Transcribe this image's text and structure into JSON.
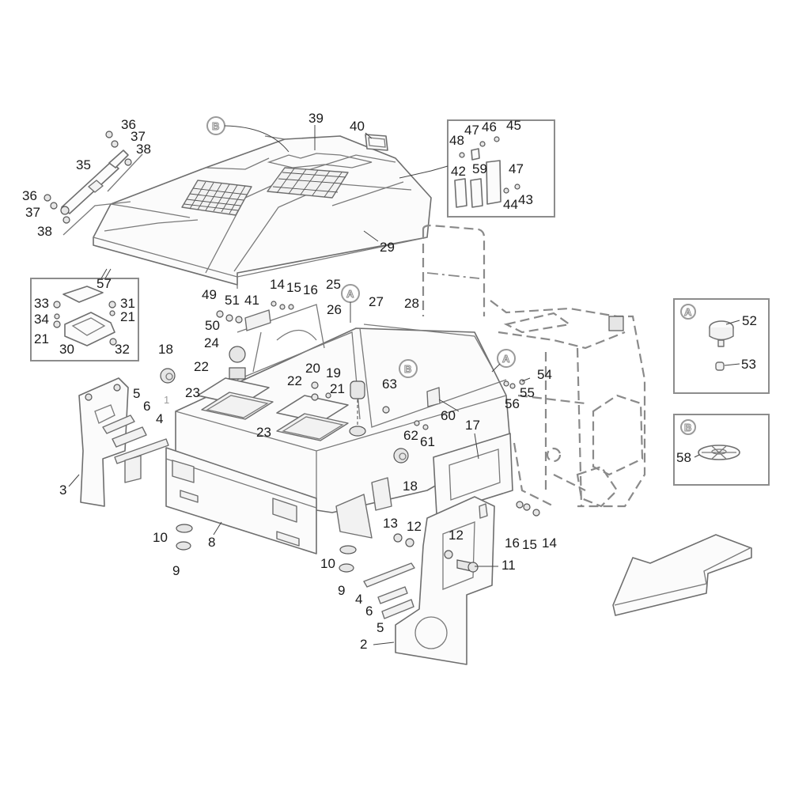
{
  "diagram": {
    "title": "Exploded view - hood, frame, side panels",
    "type": "exploded-parts-diagram",
    "callouts": [
      {
        "id": "1"
      },
      {
        "id": "2"
      },
      {
        "id": "3"
      },
      {
        "id": "4"
      },
      {
        "id": "5"
      },
      {
        "id": "6"
      },
      {
        "id": "8"
      },
      {
        "id": "9"
      },
      {
        "id": "10"
      },
      {
        "id": "11"
      },
      {
        "id": "12"
      },
      {
        "id": "13"
      },
      {
        "id": "14"
      },
      {
        "id": "15"
      },
      {
        "id": "16"
      },
      {
        "id": "17"
      },
      {
        "id": "18"
      },
      {
        "id": "19"
      },
      {
        "id": "20"
      },
      {
        "id": "21"
      },
      {
        "id": "22"
      },
      {
        "id": "23"
      },
      {
        "id": "24"
      },
      {
        "id": "25"
      },
      {
        "id": "26"
      },
      {
        "id": "27"
      },
      {
        "id": "28"
      },
      {
        "id": "29"
      },
      {
        "id": "30"
      },
      {
        "id": "31"
      },
      {
        "id": "32"
      },
      {
        "id": "33"
      },
      {
        "id": "34"
      },
      {
        "id": "35"
      },
      {
        "id": "36"
      },
      {
        "id": "37"
      },
      {
        "id": "38"
      },
      {
        "id": "39"
      },
      {
        "id": "40"
      },
      {
        "id": "41"
      },
      {
        "id": "42"
      },
      {
        "id": "43"
      },
      {
        "id": "44"
      },
      {
        "id": "45"
      },
      {
        "id": "46"
      },
      {
        "id": "47"
      },
      {
        "id": "48"
      },
      {
        "id": "49"
      },
      {
        "id": "50"
      },
      {
        "id": "51"
      },
      {
        "id": "52"
      },
      {
        "id": "53"
      },
      {
        "id": "54"
      },
      {
        "id": "55"
      },
      {
        "id": "56"
      },
      {
        "id": "57"
      },
      {
        "id": "58"
      },
      {
        "id": "59"
      },
      {
        "id": "60"
      },
      {
        "id": "61"
      },
      {
        "id": "62"
      },
      {
        "id": "63"
      }
    ],
    "reference_markers": [
      "A",
      "B"
    ],
    "labels": {
      "hood": "29",
      "hood_vent_grille": "39",
      "hood_badge": "40",
      "gas_strut": "35",
      "strut_bolt": "36",
      "strut_washer": "37",
      "strut_nut": "38",
      "latch_box": {
        "main": "57",
        "latch": "30",
        "bolt_a": "33",
        "bolt_b": "31",
        "washer_a": "34",
        "washer_b": "21",
        "washer_c": "21",
        "nut": "32"
      },
      "hinge_box": {
        "plate": "42",
        "hinge_a": "47",
        "hinge_b": "47",
        "pin": "59",
        "bolt_a": "46",
        "bolt_b": "45",
        "nut": "48",
        "bolt_c": "43",
        "nut_c": "44"
      },
      "detail_a_box": {
        "marker": "A",
        "knob": "52",
        "nut": "53"
      },
      "detail_b_box": {
        "marker": "B",
        "disc": "58"
      },
      "frame": "1",
      "front_panel": "8",
      "left_side_panel": "3",
      "right_side_panel": "2",
      "bracket_a": "4",
      "bracket_b": "5",
      "bracket_c": "6",
      "mount_lower": "9",
      "mount_upper": "10",
      "knob_11": "11",
      "cover_plate": "17",
      "grommet": "18",
      "filler_cap": "19",
      "bolt_20": "20",
      "washer_21": "21",
      "filter_cover": "22",
      "filter_gasket": "23",
      "valve": "24",
      "rail_25": "25",
      "seal_26": "26",
      "trim_27": "27",
      "trim_28": "28",
      "plate_41": "41",
      "bolt_49": "49",
      "washer_50": "50",
      "nut_51": "51",
      "bolt_14": "14",
      "washer_15": "15",
      "nut_16": "16",
      "bolt_54": "54",
      "washer_55": "55",
      "nut_56": "56",
      "bracket_60": "60",
      "bolt_61": "61",
      "nut_62": "62",
      "clip_63": "63",
      "nut_12": "12",
      "nut_13": "13"
    }
  }
}
